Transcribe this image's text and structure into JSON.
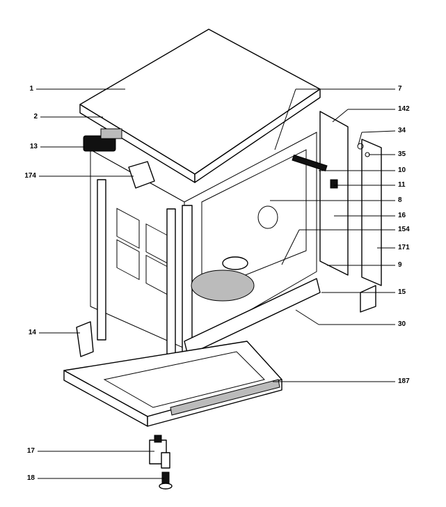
{
  "diagram": {
    "callouts": [
      {
        "id": "1",
        "label": "1"
      },
      {
        "id": "2",
        "label": "2"
      },
      {
        "id": "13",
        "label": "13"
      },
      {
        "id": "174",
        "label": "174"
      },
      {
        "id": "14",
        "label": "14"
      },
      {
        "id": "17",
        "label": "17"
      },
      {
        "id": "18",
        "label": "18"
      },
      {
        "id": "7",
        "label": "7"
      },
      {
        "id": "142",
        "label": "142"
      },
      {
        "id": "34",
        "label": "34"
      },
      {
        "id": "35",
        "label": "35"
      },
      {
        "id": "10",
        "label": "10"
      },
      {
        "id": "11",
        "label": "11"
      },
      {
        "id": "8",
        "label": "8"
      },
      {
        "id": "16",
        "label": "16"
      },
      {
        "id": "154",
        "label": "154"
      },
      {
        "id": "171",
        "label": "171"
      },
      {
        "id": "9",
        "label": "9"
      },
      {
        "id": "15",
        "label": "15"
      },
      {
        "id": "30",
        "label": "30"
      },
      {
        "id": "187",
        "label": "187"
      }
    ]
  }
}
